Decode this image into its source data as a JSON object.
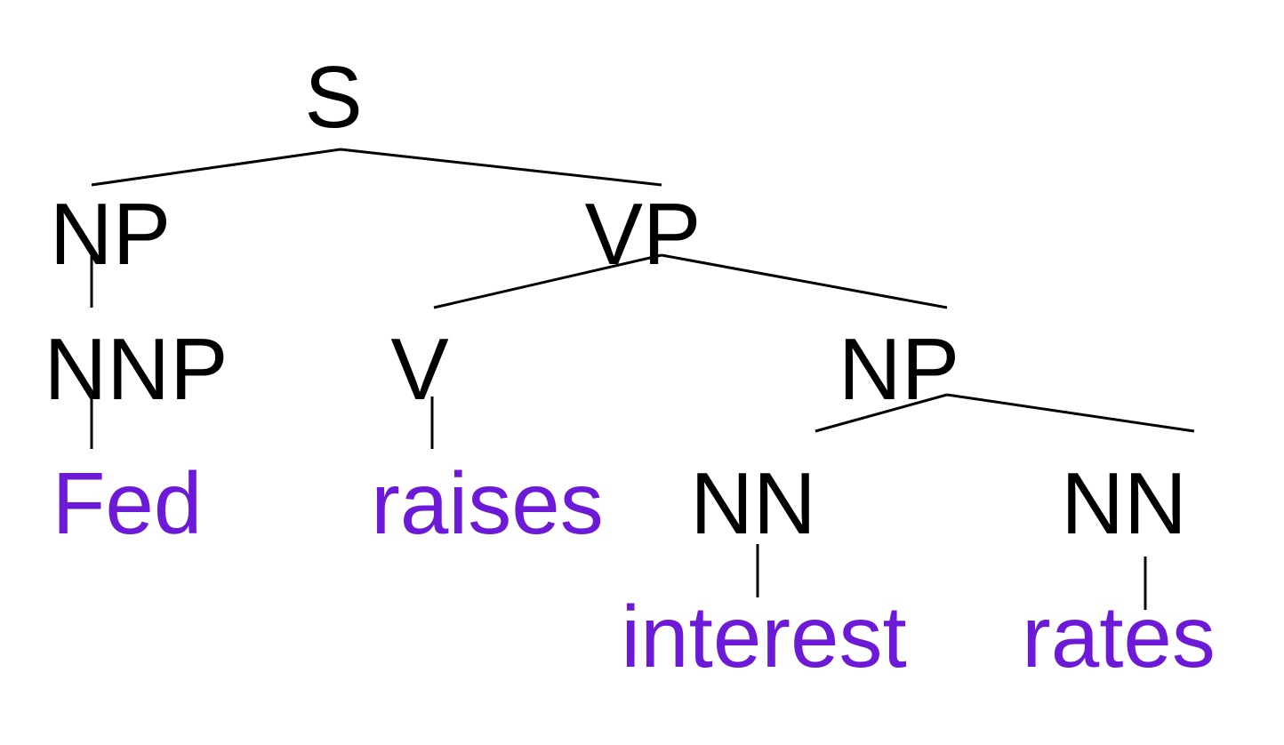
{
  "colors": {
    "nonterminal": "#000000",
    "word": "#6c1ad8",
    "edge": "#000000",
    "background": "#ffffff"
  },
  "nodes": {
    "s": "S",
    "np_subject": "NP",
    "vp": "VP",
    "nnp": "NNP",
    "v": "V",
    "np_object": "NP",
    "nn_interest": "NN",
    "nn_rates": "NN"
  },
  "words": {
    "fed": "Fed",
    "raises": "raises",
    "interest": "interest",
    "rates": "rates"
  }
}
